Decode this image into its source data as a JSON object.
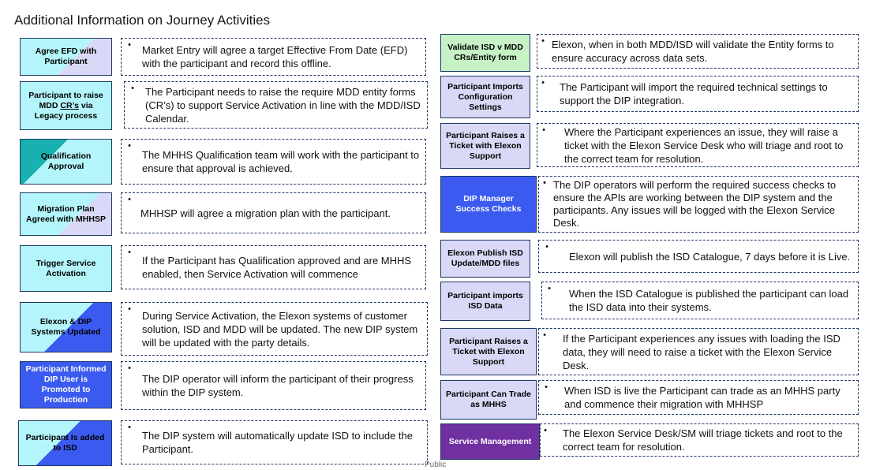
{
  "page": {
    "title": "Additional Information on Journey Activities",
    "footer": "Public"
  },
  "colors": {
    "border": "#1f3864",
    "cyan_fill": "#b3f5fb",
    "lavender_fill": "#d9d9f7",
    "teal_fill": "#18b0b0",
    "light_green_fill": "#c6f2c6",
    "blue_fill": "#3b5bf0",
    "purple_fill": "#7030a0"
  },
  "left": [
    {
      "label": "Agree EFD with Participant",
      "desc": "Market Entry will agree a target Effective From Date (EFD) with the participant and record this offline."
    },
    {
      "label_pre": "Participant to raise MDD ",
      "label_u": "CR’s",
      "label_post": " via Legacy process",
      "desc": "The Participant needs to raise the require MDD entity forms (CR’s) to support Service Activation in line with the MDD/ISD Calendar."
    },
    {
      "label": "Qualification Approval",
      "desc": "The MHHS Qualification team will work with the participant to ensure that approval is achieved."
    },
    {
      "label": "Migration Plan Agreed with MHHSP",
      "desc": "MHHSP will agree a migration plan with the participant."
    },
    {
      "label": "Trigger Service Activation",
      "desc": "If the Participant has Qualification approved and are MHHS enabled, then Service Activation will commence"
    },
    {
      "label": "Elexon & DIP Systems Updated",
      "desc": "During Service Activation, the Elexon systems of customer solution, ISD and MDD will be updated. The new DIP system will be updated with the party details."
    },
    {
      "label": "Participant Informed DIP User is Promoted to Production",
      "desc": "The DIP operator will inform the participant of their progress within the DIP system."
    },
    {
      "label": "Participant Is added to ISD",
      "desc": "The DIP system will automatically update ISD to include the Participant."
    }
  ],
  "right": [
    {
      "label": "Validate ISD v MDD CRs/Entity form",
      "desc": "Elexon, when in both MDD/ISD will validate the Entity forms to ensure accuracy across data sets."
    },
    {
      "label": "Participant Imports Configuration Settings",
      "desc": "The Participant will import the required technical settings to support the DIP integration."
    },
    {
      "label": "Participant Raises a Ticket with Elexon Support",
      "desc": "Where the Participant experiences an issue, they will raise a ticket with the Elexon Service Desk who will triage and root to the correct team for resolution."
    },
    {
      "label": "DIP Manager Success Checks",
      "desc": "The DIP operators will perform the required success checks to ensure the APIs are working between the DIP system and the participants. Any issues will be logged with the Elexon Service Desk."
    },
    {
      "label": "Elexon Publish ISD Update/MDD files",
      "desc": "Elexon will publish the ISD Catalogue, 7 days before it is Live."
    },
    {
      "label": "Participant imports ISD Data",
      "desc": "When the ISD Catalogue is published the participant can load the ISD data into their systems."
    },
    {
      "label": "Participant Raises a Ticket with Elexon Support",
      "desc": "If the Participant experiences any issues with loading the ISD data, they will need to raise a ticket with the Elexon Service Desk."
    },
    {
      "label": "Participant Can Trade as MHHS",
      "desc": "When ISD is live the Participant can trade as an MHHS party and commence their migration with MHHSP"
    },
    {
      "label": "Service Management",
      "desc": "The Elexon Service Desk/SM will triage tickets and root to the correct team for resolution."
    }
  ]
}
